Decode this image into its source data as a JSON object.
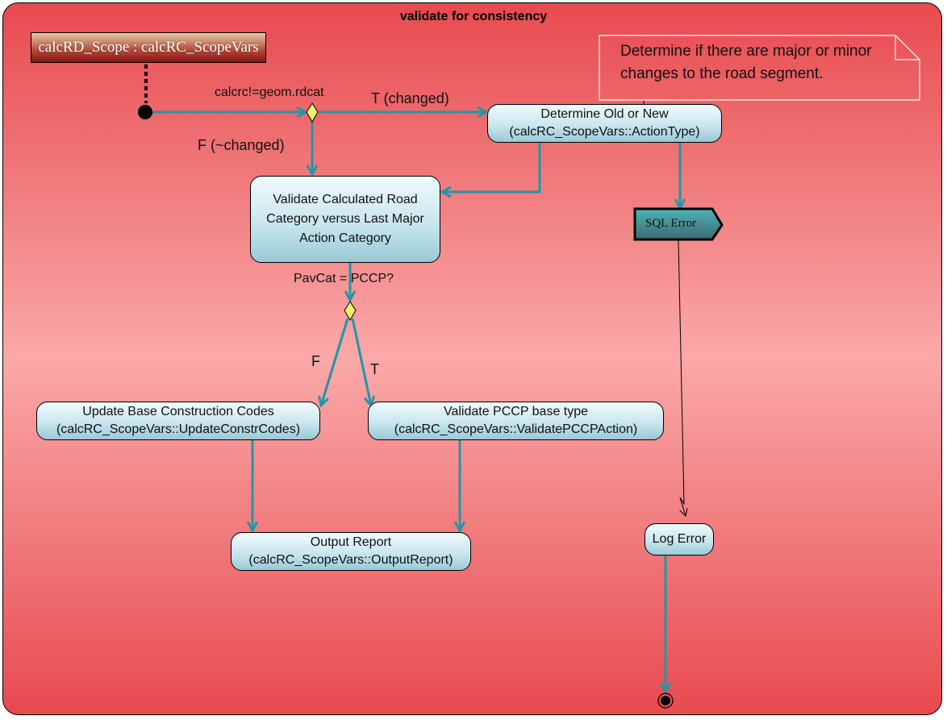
{
  "diagram": {
    "title": "validate for consistency",
    "swimlane_object": "calcRD_Scope : calcRC_ScopeVars",
    "note": {
      "line1": "Determine if there are major or minor",
      "line2": "changes to the road segment."
    },
    "actions": {
      "determine_old_new": {
        "line1": "Determine Old or New",
        "line2": "(calcRC_ScopeVars::ActionType)"
      },
      "validate_road_category": {
        "line1": "Validate Calculated Road",
        "line2": "Category versus Last Major",
        "line3": "Action Category"
      },
      "update_base_codes": {
        "line1": "Update Base Construction Codes",
        "line2": "(calcRC_ScopeVars::UpdateConstrCodes)"
      },
      "validate_pccp": {
        "line1": "Validate PCCP base type",
        "line2": "(calcRC_ScopeVars::ValidatePCCPAction)"
      },
      "output_report": {
        "line1": "Output Report",
        "line2": "(calcRC_ScopeVars::OutputReport)"
      },
      "log_error": {
        "line1": "Log Error"
      }
    },
    "signal": "SQL Error",
    "guards": {
      "decision1_condition": "calcrc!=geom.rdcat",
      "decision1_true": "T (changed)",
      "decision1_false": "F (~changed)",
      "decision2_condition": "PavCat = PCCP?",
      "decision2_false": "F",
      "decision2_true": "T"
    },
    "colors": {
      "flow": "#2196a8",
      "decision_fill": "#f0ee6a",
      "frame_edge": "#e84a4f",
      "frame_center": "#fba8a9"
    }
  }
}
